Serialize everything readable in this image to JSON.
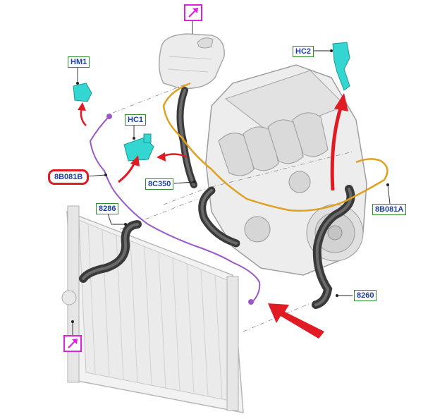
{
  "callouts": {
    "hm1": "HM1",
    "hc1": "HC1",
    "hc2": "HC2",
    "c8b081b": "8B081B",
    "c8c350": "8C350",
    "c8286": "8286",
    "c8b081a": "8B081A",
    "c8260": "8260"
  },
  "icons": {
    "top_marker": "magenta-view-arrow-icon",
    "bottom_marker": "magenta-view-arrow-icon"
  },
  "colors": {
    "callout_border": "#2e8b2e",
    "callout_text": "#1b3fa8",
    "highlight_border": "#e01b24",
    "marker": "#e020e0",
    "hose_purple": "#9b59c8",
    "hose_orange": "#e0a020",
    "arrow_red": "#e01b24",
    "clip_cyan": "#33d6d0"
  }
}
